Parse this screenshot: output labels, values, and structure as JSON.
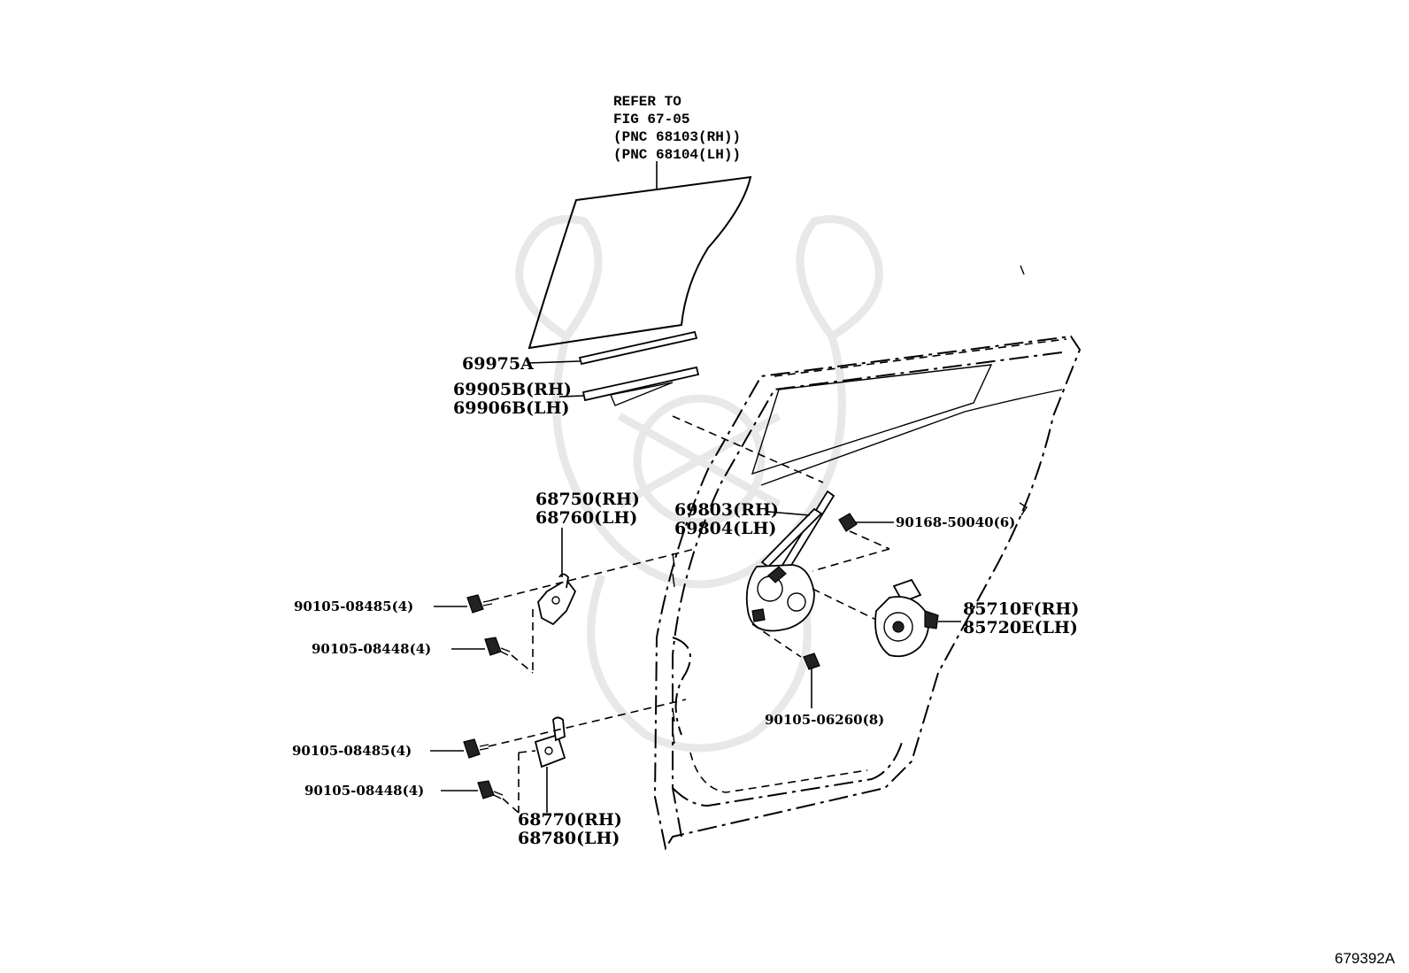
{
  "refer_note": {
    "line1": "REFER TO",
    "line2": "FIG 67-05",
    "line3": "(PNC 68103(RH))",
    "line4": "(PNC 68104(LH))"
  },
  "labels": {
    "p69975A": "69975A",
    "p69905B": "69905B(RH)",
    "p69906B": "69906B(LH)",
    "p68750": "68750(RH)",
    "p68760": "68760(LH)",
    "p69803": "69803(RH)",
    "p69804": "69804(LH)",
    "p90168": "90168-50040(6)",
    "p85710F": "85710F(RH)",
    "p85720E": "85720E(LH)",
    "p90105_06260": "90105-06260(8)",
    "p90105_08485_a": "90105-08485(4)",
    "p90105_08448_a": "90105-08448(4)",
    "p90105_08485_b": "90105-08485(4)",
    "p90105_08448_b": "90105-08448(4)",
    "p68770": "68770(RH)",
    "p68780": "68780(LH)"
  },
  "figure_id": "679392A"
}
